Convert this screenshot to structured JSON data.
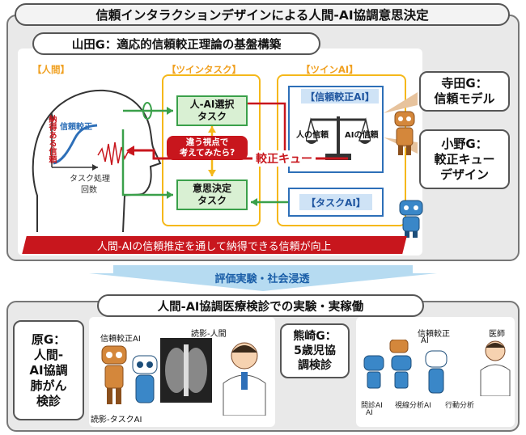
{
  "header": {
    "title": "信頼インタラクションデザインによる人間-AI協調意思決定"
  },
  "top_panel": {
    "subtitle": "山田G：適応的信頼較正理論の基盤構築",
    "human_label": "【人間】",
    "twin_task_label": "【ツインタスク】",
    "twin_ai_label": "【ツインAI】",
    "graph_ylabel": "納得ある信頼",
    "graph_curve_label": "信頼較正",
    "graph_xlabel_1": "タスク処理",
    "graph_xlabel_2": "回数",
    "task1_line1": "人-AI選択",
    "task1_line2": "タスク",
    "task2_line1": "意思決定",
    "task2_line2": "タスク",
    "speech_line1": "違う視点で",
    "speech_line2": "考えてみたら?",
    "calib_ai_label": "【信頼較正AI】",
    "scale_left": "人の信頼",
    "scale_right": "AIの信頼",
    "task_ai_label": "【タスクAI】",
    "calib_cue": "較正キュー",
    "banner": "人間-AIの信頼推定を通して納得できる信頼が向上"
  },
  "callouts": {
    "terada_line1": "寺田G：",
    "terada_line2": "信頼モデル",
    "ono_line1": "小野G：",
    "ono_line2": "較正キュー",
    "ono_line3": "デザイン"
  },
  "arrow_label": "評価実験・社会浸透",
  "bottom_panel": {
    "subtitle": "人間-AI協調医療検診での実験・実稼働",
    "hara_line1": "原G：",
    "hara_line2": "人間-",
    "hara_line3": "AI協調",
    "hara_line4": "肺がん",
    "hara_line5": "検診",
    "hara_calib_ai": "信頼較正AI",
    "hara_reading_human": "読影-人間",
    "hara_reading_ai": "読影-タスクAI",
    "kumazaki_line1": "熊崎G：",
    "kumazaki_line2": "5歳児協",
    "kumazaki_line3": "調検診",
    "kz_calib_ai_1": "信頼較正",
    "kz_calib_ai_2": "AI",
    "kz_doctor": "医師",
    "kz_interview_ai_1": "問診AI",
    "kz_interview_ai_2": "AI",
    "kz_gaze_ai": "視線分析AI",
    "kz_behavior_ai": "行動分析"
  },
  "colors": {
    "green": "#3aa04a",
    "red": "#c8161d",
    "blue": "#2d6fb8",
    "orange": "#f5b81a"
  }
}
